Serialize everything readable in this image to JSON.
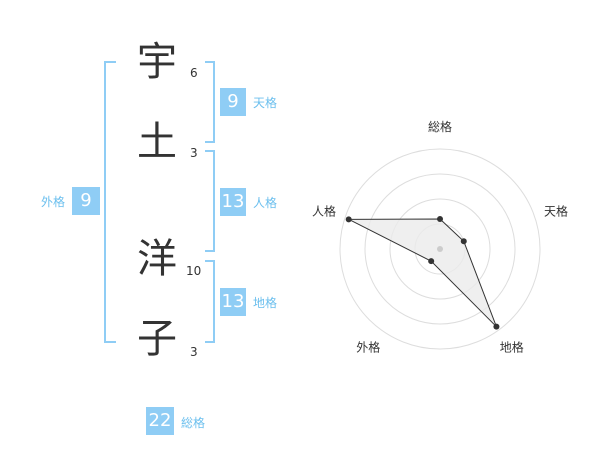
{
  "name": {
    "characters": [
      {
        "char": "宇",
        "strokes": "6"
      },
      {
        "char": "土",
        "strokes": "3"
      },
      {
        "char": "洋",
        "strokes": "10"
      },
      {
        "char": "子",
        "strokes": "3"
      }
    ]
  },
  "fortunes": {
    "tenkaku": {
      "value": "9",
      "label": "天格"
    },
    "jinkaku": {
      "value": "13",
      "label": "人格"
    },
    "chikaku": {
      "value": "13",
      "label": "地格"
    },
    "gaikaku": {
      "value": "9",
      "label": "外格"
    },
    "soukaku": {
      "value": "22",
      "label": "総格"
    }
  },
  "colors": {
    "accent": "#8fcdf5",
    "accent_text": "#6bbfee",
    "text": "#333333"
  },
  "chart_data": {
    "type": "radar",
    "axes": [
      "総格",
      "天格",
      "地格",
      "外格",
      "人格"
    ],
    "values": [
      22,
      9,
      13,
      9,
      13
    ],
    "scale": [
      0,
      13
    ],
    "normalized_levels": [
      0.3,
      0.25,
      0.96,
      0.15,
      0.96
    ],
    "rings": 4
  }
}
